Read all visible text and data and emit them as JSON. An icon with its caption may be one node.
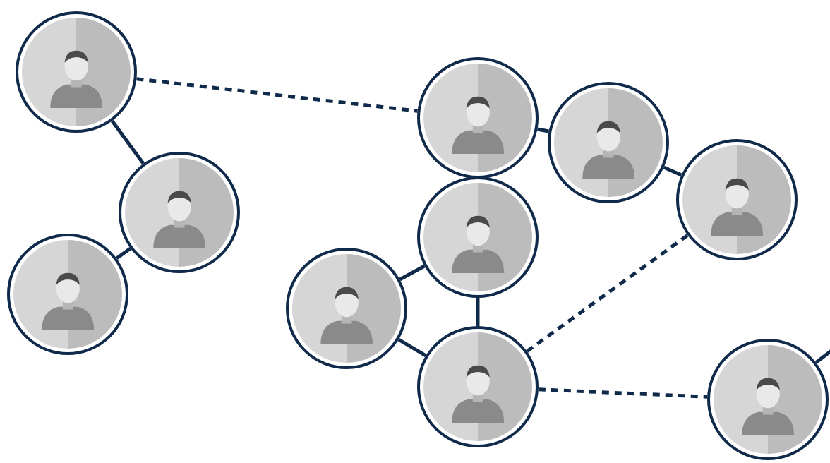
{
  "diagram": {
    "nodes": [
      {
        "text": [],
        "shape": "person"
      },
      {
        "text": [],
        "shape": "person"
      },
      {
        "text": [],
        "shape": "person"
      },
      {
        "text": [],
        "shape": "person"
      },
      {
        "text": [],
        "shape": "person"
      },
      {
        "text": [],
        "shape": "person"
      },
      {
        "text": [],
        "shape": "person"
      },
      {
        "text": [],
        "shape": "person"
      },
      {
        "text": [],
        "shape": "person"
      },
      {
        "text": [],
        "shape": "person"
      }
    ],
    "edges": [
      {
        "from": 0,
        "to": 1,
        "arrow": "none"
      },
      {
        "from": 1,
        "to": 2,
        "arrow": "none"
      },
      {
        "from": 0,
        "to": 3,
        "arrow": "none",
        "style": "dashed"
      },
      {
        "from": 3,
        "to": 4,
        "arrow": "none"
      },
      {
        "from": 4,
        "to": 5,
        "arrow": "none"
      },
      {
        "from": 6,
        "to": 7,
        "arrow": "none"
      },
      {
        "from": 6,
        "to": 8,
        "arrow": "none"
      },
      {
        "from": 7,
        "to": 8,
        "arrow": "none"
      },
      {
        "from": 8,
        "to": 5,
        "arrow": "none",
        "style": "dashed"
      },
      {
        "from": 8,
        "to": 9,
        "arrow": "none",
        "style": "dashed"
      },
      {
        "from": 9,
        "to": null,
        "arrow": "none"
      }
    ]
  }
}
